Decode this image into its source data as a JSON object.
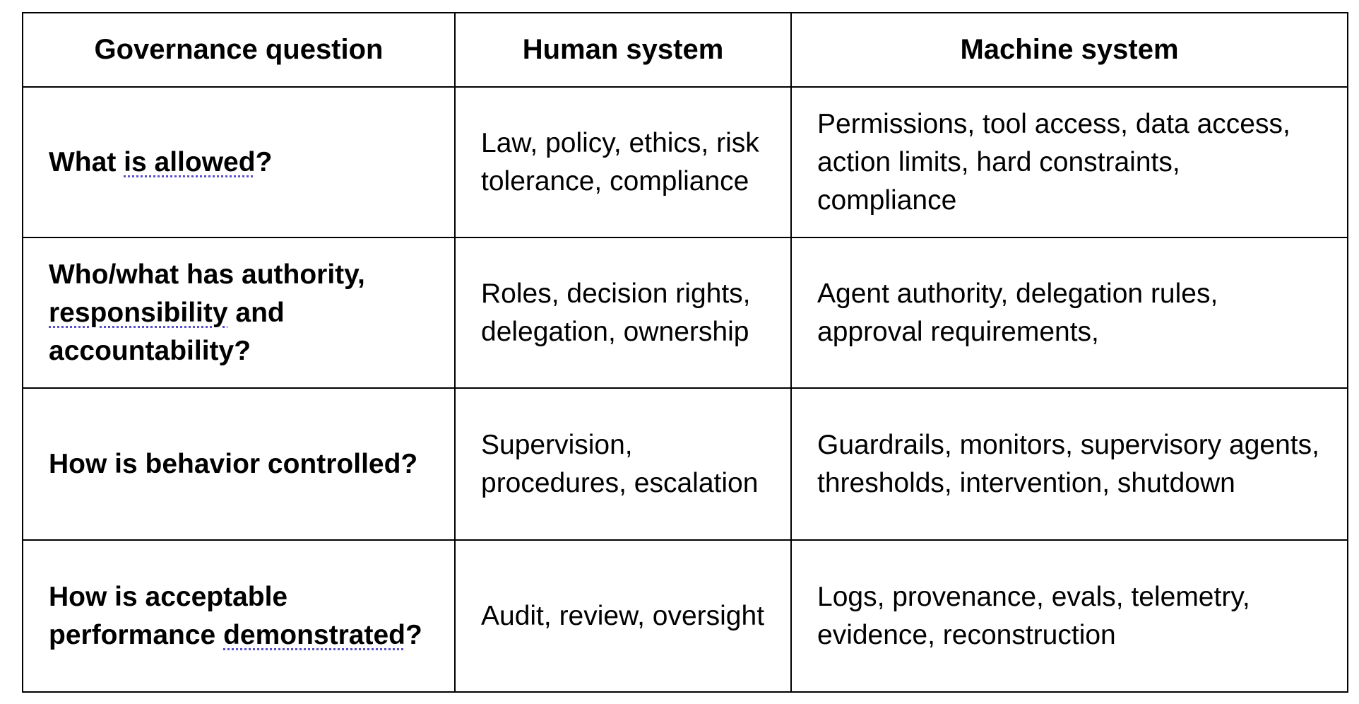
{
  "headers": [
    "Governance question",
    "Human system",
    "Machine system"
  ],
  "rows": [
    {
      "q_pre": "What ",
      "q_ul": "is allowed",
      "q_post": "?",
      "human": "Law, policy, ethics, risk tolerance, compliance",
      "machine": "Permissions, tool access, data access, action limits, hard constraints, compliance"
    },
    {
      "q_pre": "Who/what has authority, ",
      "q_ul": "responsibility",
      "q_post": " and accountability?",
      "human": "Roles, decision rights, delegation, ownership",
      "machine": "Agent authority, delegation rules, approval requirements,"
    },
    {
      "q_pre": "How is behavior ",
      "q_ul": "",
      "q_post": "controlled?",
      "human": "Supervision, procedures, escalation",
      "machine": "Guardrails, monitors, supervisory agents, thresholds, intervention, shutdown"
    },
    {
      "q_pre": "How is acceptable performance ",
      "q_ul": "demonstrated",
      "q_post": "?",
      "human": "Audit, review, oversight",
      "machine": "Logs, provenance, evals, telemetry, evidence, reconstruction"
    }
  ],
  "colors": {
    "border": "#000000",
    "spellcheck_underline": "#5a4fcf"
  }
}
